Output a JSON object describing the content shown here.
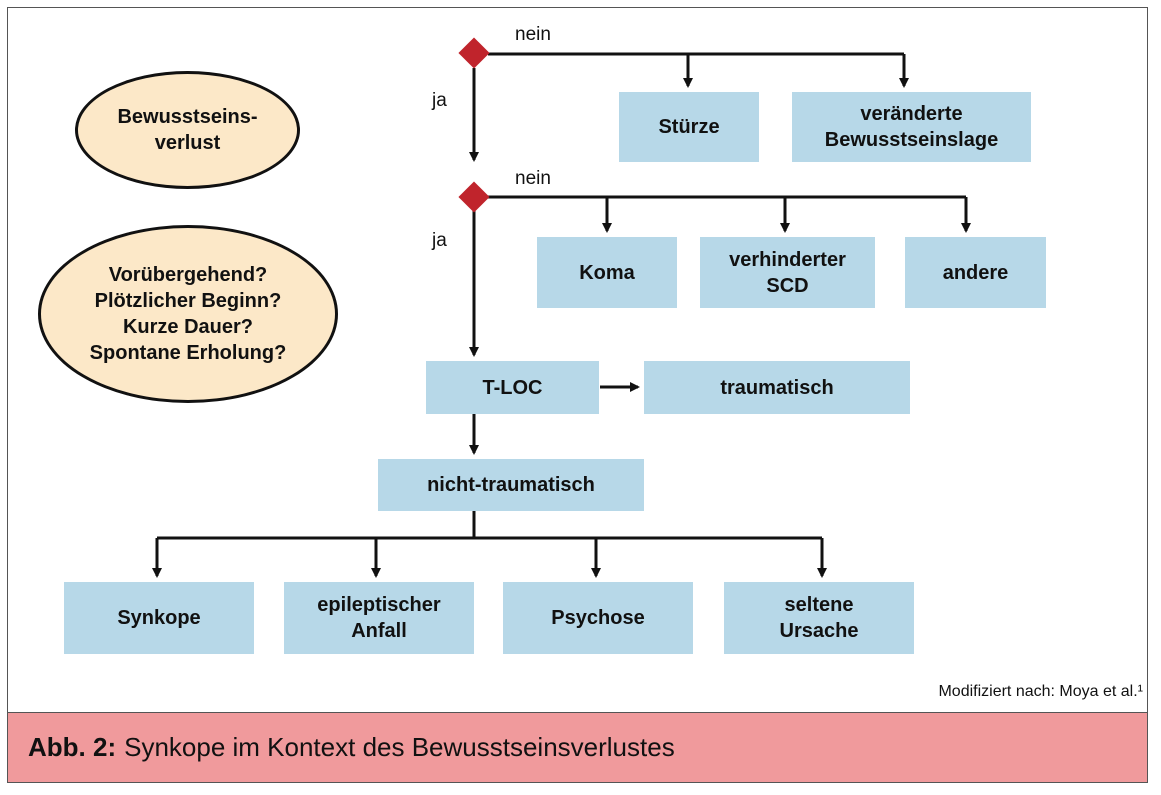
{
  "ovals": {
    "loss": "Bewusstseins-\nverlust",
    "questions": "Vorübergehend?\nPlötzlicher Beginn?\nKurze Dauer?\nSpontane Erholung?"
  },
  "labels": {
    "no": "nein",
    "yes": "ja"
  },
  "boxes": {
    "falls": "Stürze",
    "altered": "veränderte\nBewusstseinslage",
    "coma": "Koma",
    "scd": "verhinderter\nSCD",
    "other": "andere",
    "tloc": "T-LOC",
    "traumatic": "traumatisch",
    "nontraumatic": "nicht-traumatisch",
    "syncope": "Synkope",
    "epileptic": "epileptischer\nAnfall",
    "psychosis": "Psychose",
    "rare": "seltene\nUrsache"
  },
  "source": "Modifiziert nach: Moya et al.¹",
  "caption": {
    "prefix": "Abb. 2:",
    "text": "Synkope im Kontext des Bewusstseinsverlustes"
  },
  "colors": {
    "box": "#b7d8e8",
    "oval": "#fce8c8",
    "diamond": "#c0242c",
    "caption_bg": "#f09a9c"
  }
}
